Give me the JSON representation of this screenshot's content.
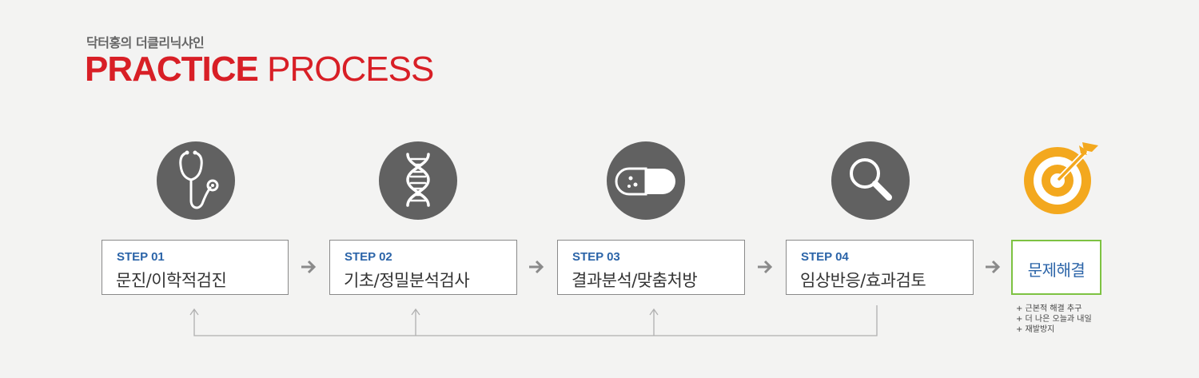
{
  "header": {
    "subtitle": "닥터홍의 더클리닉샤인",
    "title_bold": "PRACTICE",
    "title_light": "PROCESS"
  },
  "steps": [
    {
      "label": "STEP 01",
      "text": "문진/이학적검진",
      "icon": "stethoscope-icon"
    },
    {
      "label": "STEP 02",
      "text": "기초/정밀분석검사",
      "icon": "dna-icon"
    },
    {
      "label": "STEP 03",
      "text": "결과분석/맞춤처방",
      "icon": "pill-icon"
    },
    {
      "label": "STEP 04",
      "text": "임상반응/효과검토",
      "icon": "magnifier-icon"
    }
  ],
  "result": {
    "text": "문제해결",
    "icon": "target-icon",
    "notes": [
      "+ 근본적 해결 추구",
      "+ 더 나은 오늘과 내일",
      "+ 재발방지"
    ]
  },
  "colors": {
    "accent_red": "#d81f26",
    "step_blue": "#2b64a8",
    "icon_gray": "#616161",
    "target_orange": "#f3a81e",
    "result_green": "#7dc242",
    "arrow_gray": "#8a8a8a"
  }
}
